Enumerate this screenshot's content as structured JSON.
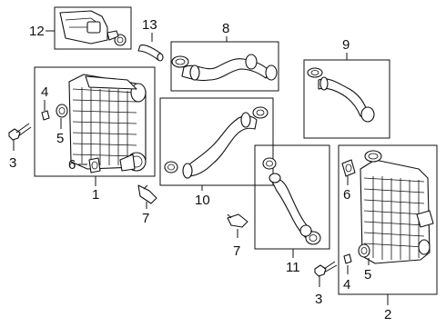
{
  "diagram": {
    "callouts": [
      {
        "id": "c12a",
        "label": "12"
      },
      {
        "id": "c13",
        "label": "13"
      },
      {
        "id": "c8",
        "label": "8"
      },
      {
        "id": "c9",
        "label": "9"
      },
      {
        "id": "c4a",
        "label": "4"
      },
      {
        "id": "c5a",
        "label": "5"
      },
      {
        "id": "c3a",
        "label": "3"
      },
      {
        "id": "c6a",
        "label": "6"
      },
      {
        "id": "c1",
        "label": "1"
      },
      {
        "id": "c7a",
        "label": "7"
      },
      {
        "id": "c10",
        "label": "10"
      },
      {
        "id": "c6b",
        "label": "6"
      },
      {
        "id": "c7b",
        "label": "7"
      },
      {
        "id": "c11",
        "label": "11"
      },
      {
        "id": "c3b",
        "label": "3"
      },
      {
        "id": "c4b",
        "label": "4"
      },
      {
        "id": "c5b",
        "label": "5"
      },
      {
        "id": "c2",
        "label": "2"
      }
    ]
  }
}
